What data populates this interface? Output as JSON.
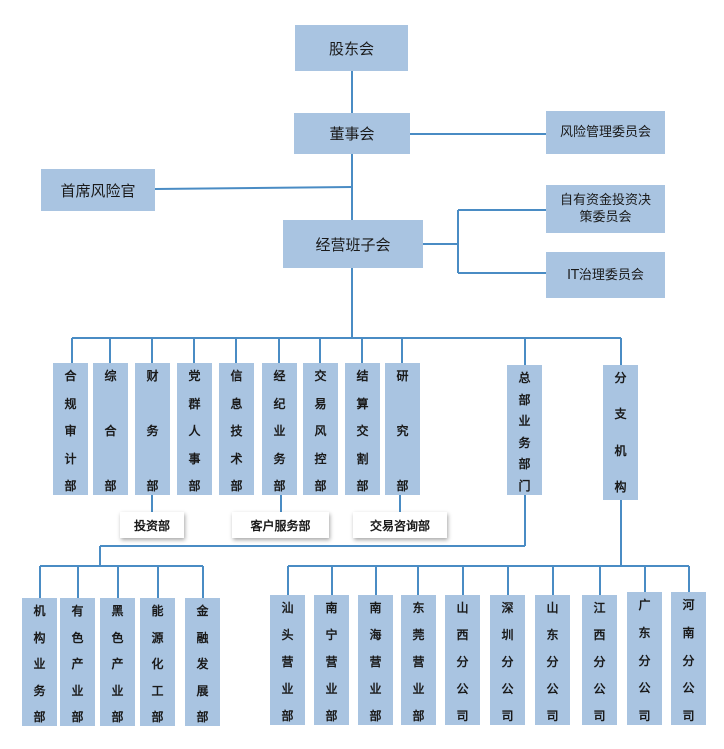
{
  "top": {
    "shareholders": "股东会",
    "board": "董事会",
    "risk_committee": "风险管理委员会",
    "cro": "首席风险官",
    "exec_team": "经营班子会",
    "invest_committee_1": "自有资金投资决",
    "invest_committee_2": "策委员会",
    "it_committee": "IT治理委员会"
  },
  "departments": [
    {
      "label": "合规审计部",
      "chars": [
        "合",
        "规",
        "审",
        "计",
        "部"
      ]
    },
    {
      "label": "综合部",
      "chars": [
        "综",
        "合",
        "部"
      ]
    },
    {
      "label": "财务部",
      "chars": [
        "财",
        "务",
        "部"
      ]
    },
    {
      "label": "党群人事部",
      "chars": [
        "党",
        "群",
        "人",
        "事",
        "部"
      ]
    },
    {
      "label": "信息技术部",
      "chars": [
        "信",
        "息",
        "技",
        "术",
        "部"
      ]
    },
    {
      "label": "经纪业务部",
      "chars": [
        "经",
        "纪",
        "业",
        "务",
        "部"
      ]
    },
    {
      "label": "交易风控部",
      "chars": [
        "交",
        "易",
        "风",
        "控",
        "部"
      ]
    },
    {
      "label": "结算交割部",
      "chars": [
        "结",
        "算",
        "交",
        "割",
        "部"
      ]
    },
    {
      "label": "研究部",
      "chars": [
        "研",
        "究",
        "部"
      ]
    },
    {
      "label": "总部业务部门",
      "chars": [
        "总",
        "部",
        "业",
        "务",
        "部",
        "门"
      ]
    },
    {
      "label": "分支机构",
      "chars": [
        "分",
        "支",
        "机",
        "构"
      ]
    }
  ],
  "sub_departments": {
    "investment": "投资部",
    "customer_service": "客户服务部",
    "trading_consulting": "交易咨询部"
  },
  "hq_business_units": [
    {
      "label": "机构业务部",
      "chars": [
        "机",
        "构",
        "业",
        "务",
        "部"
      ]
    },
    {
      "label": "有色产业部",
      "chars": [
        "有",
        "色",
        "产",
        "业",
        "部"
      ]
    },
    {
      "label": "黑色产业部",
      "chars": [
        "黑",
        "色",
        "产",
        "业",
        "部"
      ]
    },
    {
      "label": "能源化工部",
      "chars": [
        "能",
        "源",
        "化",
        "工",
        "部"
      ]
    },
    {
      "label": "金融发展部",
      "chars": [
        "金",
        "融",
        "发",
        "展",
        "部"
      ]
    }
  ],
  "branches": [
    {
      "label": "汕头营业部",
      "chars": [
        "汕",
        "头",
        "营",
        "业",
        "部"
      ]
    },
    {
      "label": "南宁营业部",
      "chars": [
        "南",
        "宁",
        "营",
        "业",
        "部"
      ]
    },
    {
      "label": "南海营业部",
      "chars": [
        "南",
        "海",
        "营",
        "业",
        "部"
      ]
    },
    {
      "label": "东莞营业部",
      "chars": [
        "东",
        "莞",
        "营",
        "业",
        "部"
      ]
    },
    {
      "label": "山西分公司",
      "chars": [
        "山",
        "西",
        "分",
        "公",
        "司"
      ]
    },
    {
      "label": "深圳分公司",
      "chars": [
        "深",
        "圳",
        "分",
        "公",
        "司"
      ]
    },
    {
      "label": "山东分公司",
      "chars": [
        "山",
        "东",
        "分",
        "公",
        "司"
      ]
    },
    {
      "label": "江西分公司",
      "chars": [
        "江",
        "西",
        "分",
        "公",
        "司"
      ]
    },
    {
      "label": "广东分公司",
      "chars": [
        "广",
        "东",
        "分",
        "公",
        "司"
      ]
    },
    {
      "label": "河南分公司",
      "chars": [
        "河",
        "南",
        "分",
        "公",
        "司"
      ]
    }
  ],
  "colors": {
    "box_fill": "#a9c4e1",
    "line": "#4a8cc4"
  }
}
